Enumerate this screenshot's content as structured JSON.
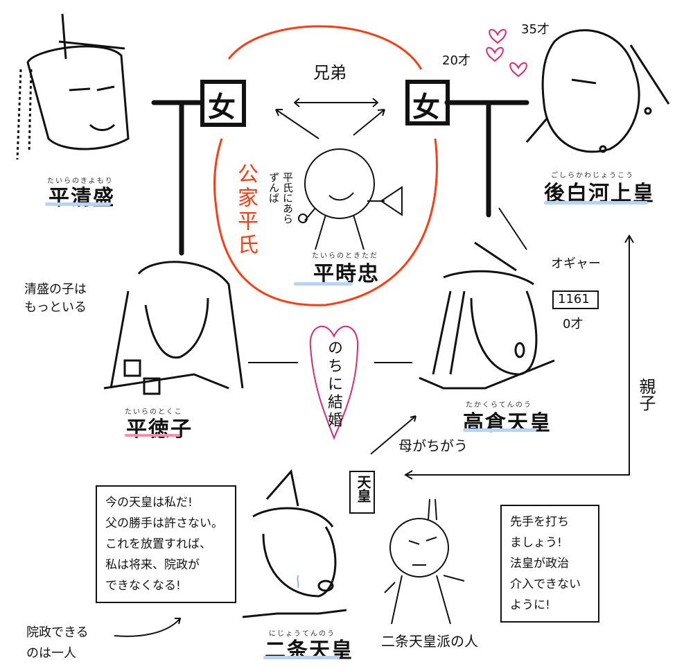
{
  "people": {
    "kiyomori": {
      "name": "平清盛",
      "ruby": "たいらのきよもり"
    },
    "goshirakawa": {
      "name": "後白河上皇",
      "ruby": "ごしらかわじょうこう",
      "age": "35才"
    },
    "tokitada": {
      "name": "平時忠",
      "ruby": "たいらのときただ",
      "quote": "平氏にあらずんば"
    },
    "tokuko": {
      "name": "平徳子",
      "ruby": "たいらのとくこ"
    },
    "takakura": {
      "name": "高倉天皇",
      "ruby": "たかくらてんのう",
      "cry": "オギャー",
      "year": "1161",
      "age": "0才"
    },
    "nijo": {
      "name": "二条天皇",
      "ruby": "にじょうてんのう",
      "tag": "天皇"
    },
    "nijo_faction": {
      "name": "二条天皇派の人"
    }
  },
  "labels": {
    "woman_left": "女",
    "woman_right": "女",
    "siblings": "兄弟",
    "age_woman_right": "20才",
    "kuge_heishi": "公家平氏",
    "kiyomori_children": [
      "清盛の子は",
      "もっといる"
    ],
    "later_married": "のちに結婚",
    "parent_child": "親子",
    "different_mother": "母がちがう",
    "insei_one": [
      "院政できる",
      "のは一人"
    ]
  },
  "bubbles": {
    "nijo": [
      "今の天皇は私だ!",
      "父の勝手は許さない。",
      "これを放置すれば、",
      "私は将来、院政が",
      "できなくなる!"
    ],
    "faction": [
      "先手を打ち",
      "ましょう!",
      "法皇が政治",
      "介入できない",
      "ように!"
    ]
  },
  "colors": {
    "red": "#ff3b0f",
    "pink": "#e8246a",
    "blue_underline": "#b9d3f5"
  }
}
